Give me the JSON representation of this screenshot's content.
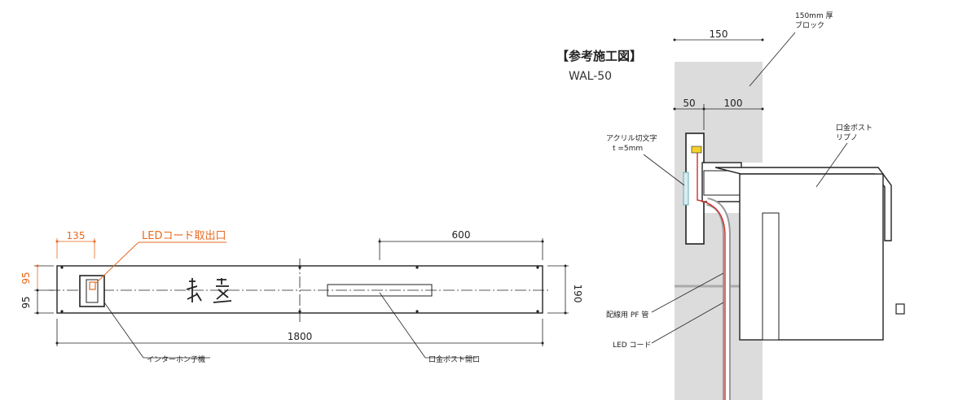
{
  "title": "【参考施工図】",
  "model": "WAL-50",
  "front_view": {
    "dims": {
      "left_135": "135",
      "top_600": "600",
      "bottom_1800": "1800",
      "right_190": "190",
      "left_95_upper": "95",
      "left_95_lower": "95"
    },
    "led_callout": "LEDコード取出口",
    "labels": {
      "intercom": "インターホン子機",
      "mail_opening": "口金ポスト開口"
    }
  },
  "section_view": {
    "block_label_line1": "150mm 厚",
    "block_label_line2": "ブロック",
    "dims": {
      "top_150": "150",
      "d50": "50",
      "d100": "100"
    },
    "acrylic_line1": "アクリル切文字",
    "acrylic_line2": "t =5mm",
    "post_line1": "口金ポスト",
    "post_line2": "リプノ",
    "conduit": "配線用 PF 管",
    "led_cord": "LED コード"
  },
  "colors": {
    "accent_orange": "#e8691e",
    "block_gray": "#dcdcdc",
    "led_red": "#d0312d",
    "led_yellow": "#f2d12b"
  }
}
